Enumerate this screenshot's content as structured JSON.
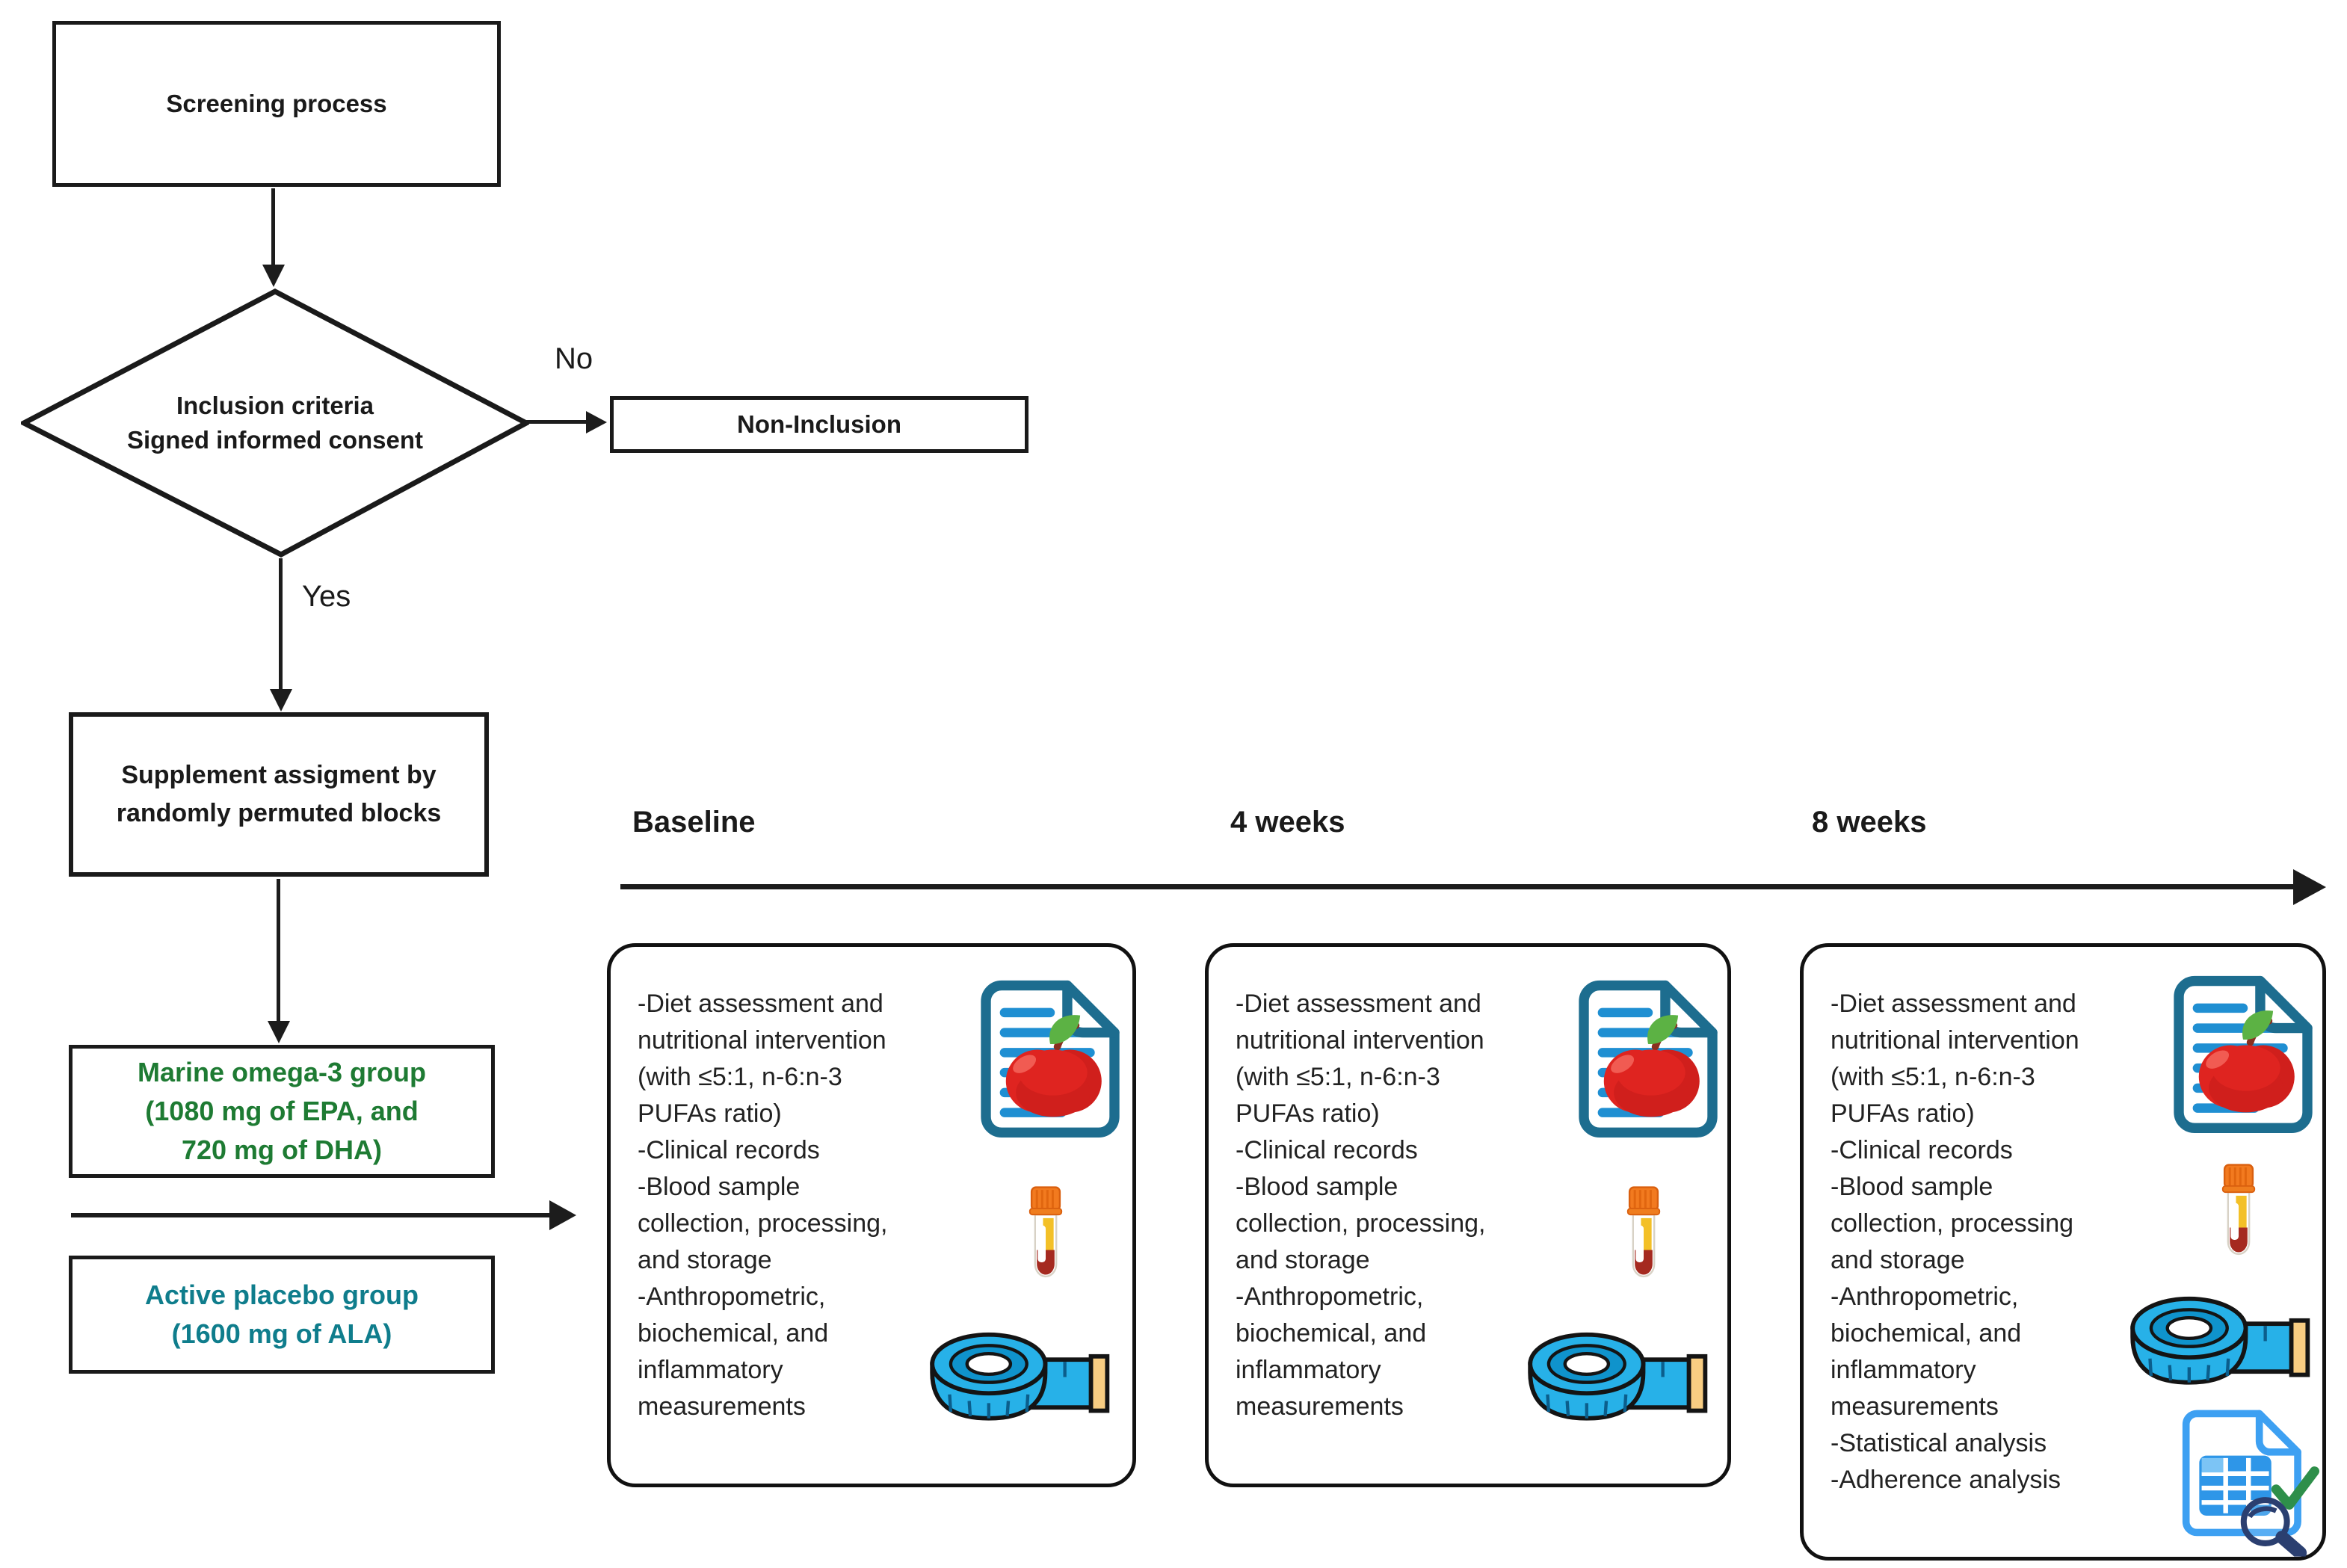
{
  "figure": {
    "type": "study-design-flowchart"
  },
  "palette": {
    "line_black": "#1a1a1a",
    "omega3_green": "#1e7b33",
    "placebo_teal": "#0f7d8c",
    "doc_border_teal": "#1d6d8f",
    "doc_lines_blue": "#1f8fd2",
    "apple_red": "#df2420",
    "leaf_green": "#5cb244",
    "cap_orange": "#f27a1f",
    "plasma_yellow": "#f3c027",
    "blood_red": "#a52a20",
    "tape_blue": "#27b1e8",
    "tape_dark_blue": "#0f93cc",
    "tape_tab_yellow": "#f8cd82",
    "sheet_blue": "#3da0f2",
    "check_green": "#2e8f4a",
    "magnifier_navy": "#2b3f70"
  },
  "flowchart": {
    "screening_label": "Screening process",
    "decision_lines": [
      "Inclusion criteria",
      "Signed informed consent"
    ],
    "no_label": "No",
    "yes_label": "Yes",
    "non_inclusion_label": "Non-Inclusion",
    "supplement_lines": [
      "Supplement assigment by",
      "randomly permuted blocks"
    ],
    "omega3_lines": [
      "Marine omega-3 group",
      "(1080 mg of EPA, and",
      "720 mg of DHA)"
    ],
    "placebo_lines": [
      "Active placebo group",
      "(1600 mg of ALA)"
    ]
  },
  "timeline": {
    "labels": [
      "Baseline",
      "4 weeks",
      "8 weeks"
    ]
  },
  "cards": [
    {
      "lines": [
        "-Diet assessment and",
        "nutritional intervention",
        "(with ≤5:1, n-6:n-3",
        "PUFAs ratio)",
        "-Clinical records",
        "-Blood sample",
        "collection, processing,",
        "and storage",
        "-Anthropometric,",
        "biochemical, and",
        "inflammatory",
        "measurements"
      ],
      "icons": [
        "diet-document-icon",
        "blood-tube-icon",
        "measuring-tape-icon"
      ]
    },
    {
      "lines": [
        "-Diet assessment and",
        "nutritional intervention",
        "(with ≤5:1, n-6:n-3",
        "PUFAs ratio)",
        "-Clinical records",
        "-Blood sample",
        "collection, processing,",
        "and storage",
        "-Anthropometric,",
        "biochemical, and",
        "inflammatory",
        "measurements"
      ],
      "icons": [
        "diet-document-icon",
        "blood-tube-icon",
        "measuring-tape-icon"
      ]
    },
    {
      "lines": [
        "-Diet assessment and",
        "nutritional intervention",
        "(with ≤5:1, n-6:n-3",
        "PUFAs ratio)",
        "-Clinical records",
        "-Blood sample",
        "collection, processing",
        "and storage",
        "-Anthropometric,",
        "biochemical, and",
        "inflammatory",
        "measurements",
        "-Statistical analysis",
        "-Adherence analysis"
      ],
      "icons": [
        "diet-document-icon",
        "blood-tube-icon",
        "measuring-tape-icon",
        "data-analysis-icon"
      ]
    }
  ]
}
